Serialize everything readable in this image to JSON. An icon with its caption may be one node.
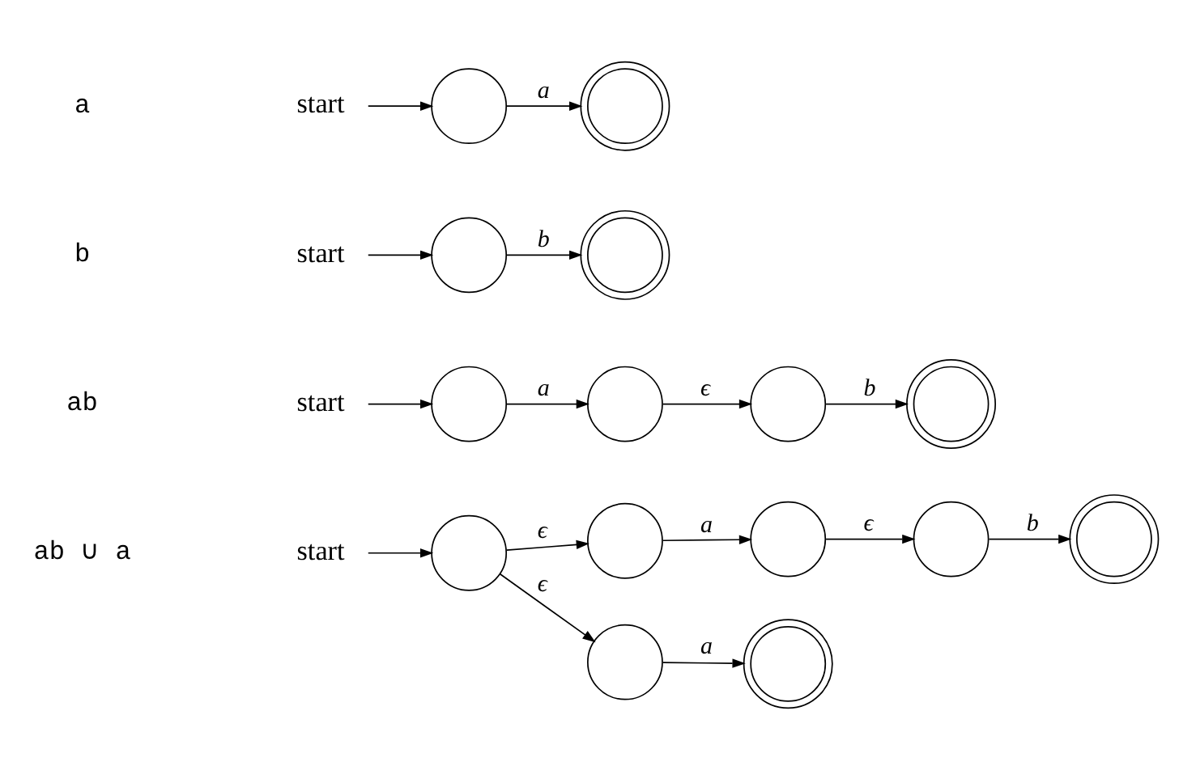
{
  "diagram": {
    "nodes": [
      {
        "text": [
          "start"
        ]
      },
      {
        "text": [],
        "shape": "circle"
      },
      {
        "text": [],
        "shape": "doublecircle"
      },
      {
        "text": [
          "start"
        ]
      },
      {
        "text": [],
        "shape": "circle"
      },
      {
        "text": [],
        "shape": "doublecircle"
      },
      {
        "text": [
          "start"
        ]
      },
      {
        "text": [],
        "shape": "circle"
      },
      {
        "text": [],
        "shape": "circle"
      },
      {
        "text": [],
        "shape": "circle"
      },
      {
        "text": [],
        "shape": "doublecircle"
      },
      {
        "text": [
          "start"
        ]
      },
      {
        "text": [],
        "shape": "circle"
      },
      {
        "text": [],
        "shape": "circle"
      },
      {
        "text": [],
        "shape": "circle"
      },
      {
        "text": [],
        "shape": "circle"
      },
      {
        "text": [],
        "shape": "doublecircle"
      },
      {
        "text": [],
        "shape": "circle"
      },
      {
        "text": [],
        "shape": "doublecircle"
      }
    ],
    "edges": [
      {
        "from": 0,
        "to": 1,
        "arrow": "to"
      },
      {
        "from": 1,
        "to": 2,
        "arrow": "to",
        "label": "a"
      },
      {
        "from": 3,
        "to": 4,
        "arrow": "to"
      },
      {
        "from": 4,
        "to": 5,
        "arrow": "to",
        "label": "b"
      },
      {
        "from": 6,
        "to": 7,
        "arrow": "to"
      },
      {
        "from": 7,
        "to": 8,
        "arrow": "to",
        "label": "a"
      },
      {
        "from": 8,
        "to": 9,
        "arrow": "to",
        "label": "ϵ"
      },
      {
        "from": 9,
        "to": 10,
        "arrow": "to",
        "label": "b"
      },
      {
        "from": 11,
        "to": 12,
        "arrow": "to"
      },
      {
        "from": 12,
        "to": 13,
        "arrow": "to",
        "label": "ϵ"
      },
      {
        "from": 13,
        "to": 14,
        "arrow": "to",
        "label": "a"
      },
      {
        "from": 14,
        "to": 15,
        "arrow": "to",
        "label": "ϵ"
      },
      {
        "from": 15,
        "to": 16,
        "arrow": "to",
        "label": "b"
      },
      {
        "from": 12,
        "to": 17,
        "arrow": "to",
        "label": "ϵ"
      },
      {
        "from": 17,
        "to": 18,
        "arrow": "to",
        "label": "a"
      }
    ],
    "labels": [
      "a",
      "b",
      "ab",
      "ab ∪ a"
    ]
  }
}
